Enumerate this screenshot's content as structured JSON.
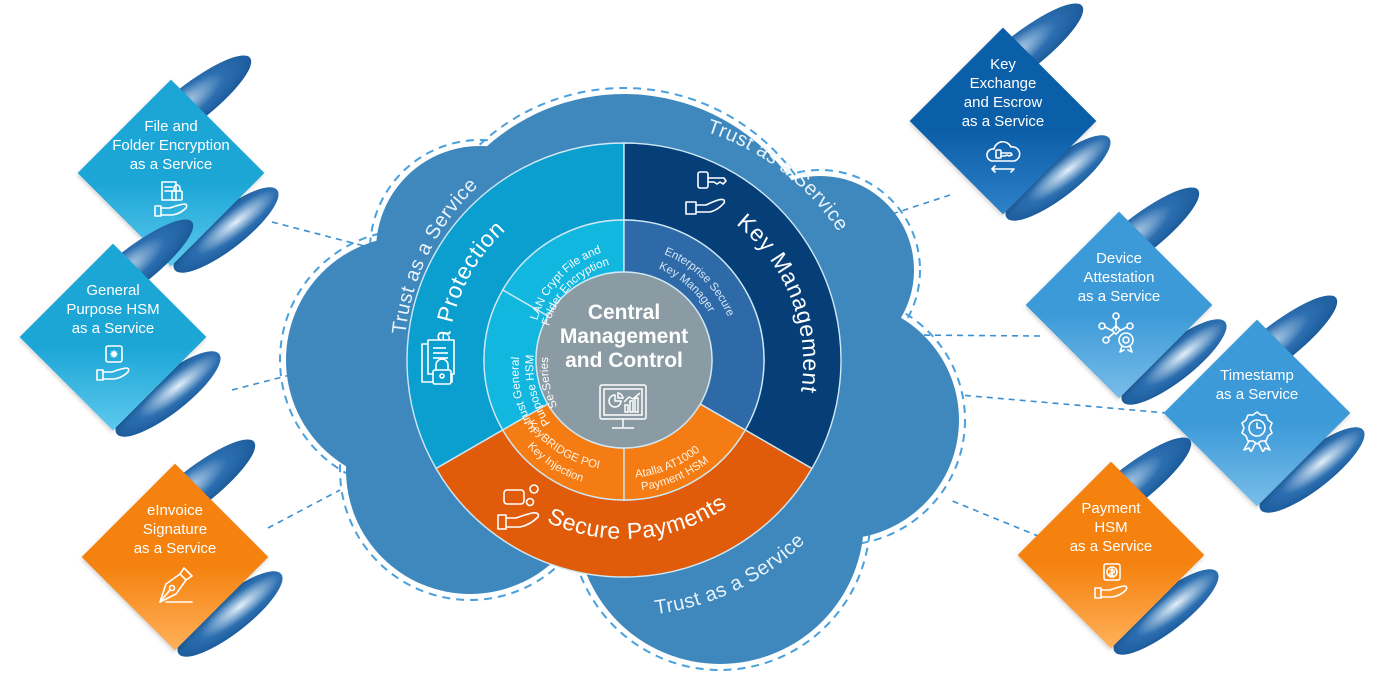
{
  "diagram": {
    "center": {
      "title_lines": [
        "Central",
        "Management",
        "and Control"
      ],
      "icon": "monitor-analytics-icon"
    },
    "outer_ring_label": "Trust as a Service",
    "segments": [
      {
        "name": "Data Protection",
        "color": "#0a9fcf",
        "inner_color": "#12b7e0",
        "icon": "folder-lock-icon",
        "products": [
          "LAN Crypt File and Folder Encryption",
          "u.trust General Purpose HSM Se-Series"
        ],
        "product_lines": [
          [
            "LAN Crypt File and",
            "Folder Encryption"
          ],
          [
            "u.trust General",
            "Purpose HSM",
            "Se-Series"
          ]
        ]
      },
      {
        "name": "Key Management",
        "color": "#063f78",
        "inner_color": "#2f6aa8",
        "icon": "key-hand-icon",
        "products": [
          "Enterprise Secure Key Manager"
        ],
        "product_lines": [
          [
            "Enterprise Secure",
            "Key Manager"
          ]
        ]
      },
      {
        "name": "Secure Payments",
        "color": "#e05c0a",
        "inner_color": "#f57c12",
        "icon": "payment-hand-icon",
        "products": [
          "KeyBRIDGE POI Key Injection",
          "Atalla AT1000 Payment HSM"
        ],
        "product_lines": [
          [
            "KeyBRIDGE POI",
            "Key Injection"
          ],
          [
            "Atalla AT1000",
            "Payment HSM"
          ]
        ]
      }
    ],
    "colors": {
      "cloud": "#3f88bd",
      "cloud_dash": "#4aa0dc",
      "center": "#8a9ba3",
      "divider": "#cfe8f5",
      "tile_cyan": "#1ba6d6",
      "tile_blue_dark": "#0b5ea8",
      "tile_blue_light": "#3c9ad8",
      "tile_orange": "#f5820f"
    },
    "services": [
      {
        "label": "File and\nFolder Encryption\nas a Service",
        "icon": "document-lock-hand-icon",
        "tone": "cyan",
        "side": "left"
      },
      {
        "label": "General\nPurpose HSM\nas a Service",
        "icon": "safe-hand-icon",
        "tone": "cyan",
        "side": "left"
      },
      {
        "label": "eInvoice\nSignature\nas a Service",
        "icon": "pen-nib-icon",
        "tone": "orange",
        "side": "left"
      },
      {
        "label": "Key\nExchange\nand Escrow\nas a Service",
        "icon": "cloud-key-exchange-icon",
        "tone": "blue_dark",
        "side": "right"
      },
      {
        "label": "Device\nAttestation\nas a Service",
        "icon": "network-badge-icon",
        "tone": "blue_light",
        "side": "right"
      },
      {
        "label": "Timestamp\nas a Service",
        "icon": "clock-award-icon",
        "tone": "blue_light",
        "side": "right"
      },
      {
        "label": "Payment\nHSM\nas a Service",
        "icon": "payment-safe-hand-icon",
        "tone": "orange",
        "side": "right"
      }
    ]
  }
}
